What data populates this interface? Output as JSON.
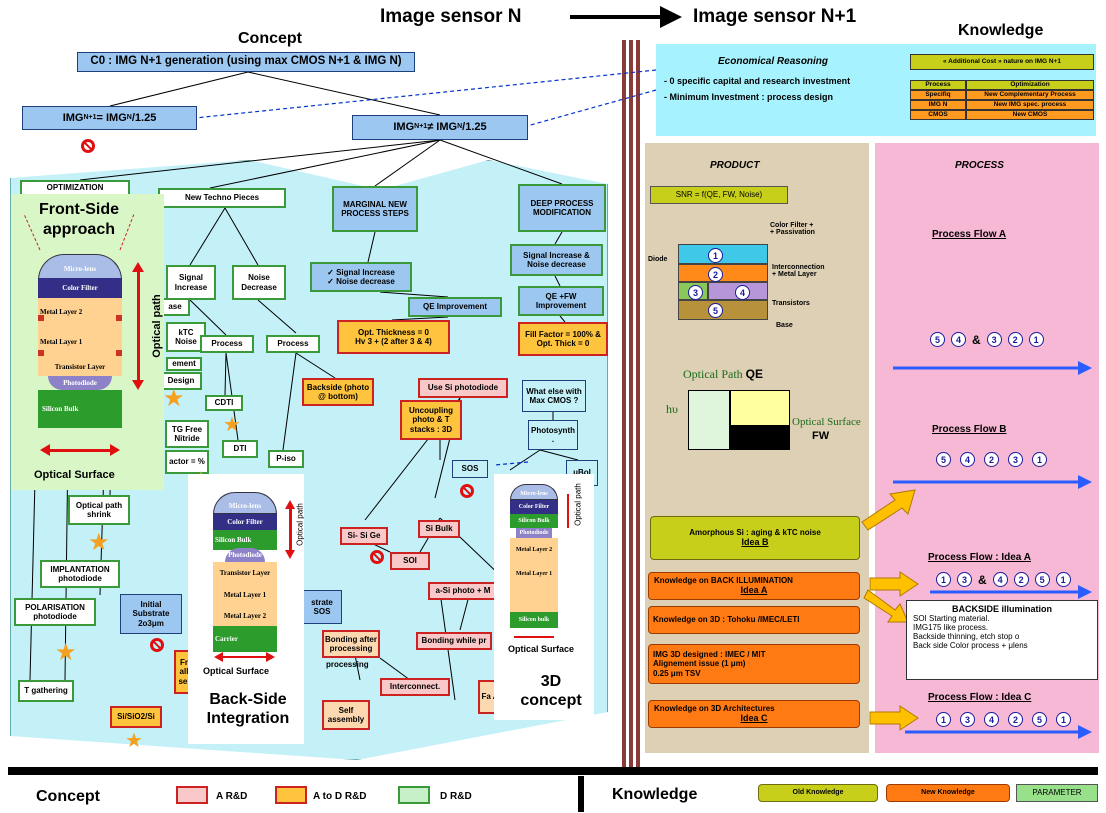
{
  "header": {
    "title_left": "Image sensor  N",
    "title_right": "Image sensor N+1",
    "concept": "Concept",
    "knowledge": "Knowledge"
  },
  "tree": {
    "c0": "C0 : IMG N+1 generation (using max CMOS N+1 & IMG N)",
    "eq": "IMG",
    "eq_sub1": "N+1",
    "eq_mid": " = IMG",
    "eq_sub2": "N",
    "eq_tail": "/1.25",
    "neq_mid": " ≠ IMG",
    "optimization": "OPTIMIZATION",
    "new_techno": "New Techno Pieces",
    "marginal": "MARGINAL NEW PROCESS STEPS",
    "deep": "DEEP PROCESS MODIFICATION",
    "signal_inc": "Signal Increase",
    "noise_dec": "Noise Decrease",
    "check_list": "✓ Signal Increase\n✓ Noise decrease",
    "sig_noise": "Signal Increase & Noise decrease",
    "qe_fw": "QE +FW Improvement",
    "qe_imp": "QE Improvement",
    "opt_thick": "Opt. Thickness = 0\nHv 3 + (2 after 3 & 4)",
    "fill_factor": "Fill Factor = 100% & Opt. Thick = 0",
    "ktc": "kTC Noise",
    "ase": "ase",
    "ement": "ement",
    "design": "Design",
    "process1": "Process",
    "process2": "Process",
    "backside": "Backside (photo @ bottom)",
    "use_si": "Use Si photodiode",
    "what_else": "What else with Max CMOS ?",
    "uncoupling": "Uncoupling photo & T stacks : 3D",
    "photosynth": "Photosynth .",
    "cdti": "CDTI",
    "dti": "DTI",
    "piso": "P-iso",
    "tg_free": "TG Free Nitride",
    "actor": "actor = %",
    "sos": "SOS",
    "ubol": "μBol",
    "si_ge": "Si- Si Ge",
    "si_bulk": "Si Bulk",
    "soi": "SOI",
    "asi_photo": "a-Si photo + M",
    "bonding_after": "Bonding after processing",
    "bonding_while": "Bonding while pr",
    "interconnect": "Interconnect.",
    "self_assembly": "Self assembly",
    "fa": "Fa A",
    "optical_shrink": "Optical path shrink",
    "implantation": "IMPLANTATION photodiode",
    "polarisation": "POLARISATION photodiode",
    "initial_sub": "Initial Substrate 2o3μm",
    "strate_sos": "strate SOS",
    "fr_all_sel": "Fr all sel",
    "t_gathering": "T gathering",
    "si_sio2": "Si/SiO2/Si",
    "processing": "processing"
  },
  "insets": {
    "front_title": "Front-Side approach",
    "back_title": "Back-Side Integration",
    "threed_title": "3D concept",
    "optical_path": "Optical path",
    "optical_surface": "Optical Surface",
    "micro_lens": "Micro-lens",
    "color_filter": "Color Filter",
    "metal2": "Metal Layer 2",
    "metal1": "Metal Layer 1",
    "transistor": "Transistor Layer",
    "photodiode": "Photodiode",
    "silicon_bulk": "Silicon Bulk",
    "carrier": "Carrier",
    "silicon_bulk2": "Silicon Bulk",
    "silicon_bulk3": "Silicon bulk"
  },
  "knowledge": {
    "econ_title": "Economical Reasoning",
    "econ_1": "- 0 specific capital and research investment",
    "econ_2": "- Minimum Investment : process design",
    "additional": "« Additional Cost » nature on IMG N+1",
    "table_headers": [
      "Process",
      "Optimization"
    ],
    "table_rows": [
      [
        "Specifiq",
        "New Complementary Process"
      ],
      [
        "IMG N",
        "New IMG spec. process"
      ],
      [
        "CMOS",
        "New CMOS"
      ]
    ],
    "product": "PRODUCT",
    "process": "PROCESS",
    "snr": "SNR = f(QE, FW, Noise)",
    "color_filter_pass": "Color Filter +\n+ Passivation",
    "interconn_metal": "Interconnection\n+ Metal Layer",
    "transistors": "Transistors",
    "base": "Base",
    "diode": "Diode",
    "optical_path_qe": "Optical Path",
    "qe": "QE",
    "hv": "hυ",
    "optical_surface_fw": "Optical Surface",
    "fw": "FW",
    "amorphous": "Amorphous Si : aging  & kTC noise",
    "idea_b": "Idea B",
    "back_illum": "Knowledge on BACK ILLUMINATION",
    "idea_a": "Idea A",
    "tohoku": "Knowledge on 3D : Tohoku /IMEC/LETI",
    "img3d": "IMG 3D designed : IMEC / MIT\nAlignement issue (1 μm)\n0.25 μm TSV",
    "arch3d": "Knowledge on  3D Architectures",
    "idea_c": "Idea C",
    "flow_a": "Process Flow A",
    "flow_b": "Process Flow B",
    "flow_idea_a": "Process Flow : Idea A",
    "flow_idea_c": "Process Flow : Idea C",
    "backside_title": "BACKSIDE illumination",
    "backside_lines": [
      "SOI Starting material.",
      "IMG175 like process.",
      "Backside thinning, etch stop o",
      "Back side Color process + μlens"
    ],
    "seq_a": [
      "5",
      "4",
      "&",
      "3",
      "2",
      "1"
    ],
    "seq_b": [
      "5",
      "4",
      "2",
      "3",
      "1"
    ],
    "seq_idea_a": [
      "1",
      "3",
      "&",
      "4",
      "2",
      "5",
      "1"
    ],
    "seq_idea_c": [
      "1",
      "3",
      "4",
      "2",
      "5",
      "1"
    ]
  },
  "legend": {
    "concept": "Concept",
    "ard": "A R&D",
    "atod": "A to D R&D",
    "drd": "D R&D",
    "knowledge": "Knowledge",
    "old": "Old Knowledge",
    "new": "New Knowledge",
    "param": "PARAMETER"
  },
  "colors": {
    "blue_box": "#9cc7f0",
    "cyan_area": "#c4f0f8",
    "product_bg": "#ddd0b4",
    "process_bg": "#f6b8d4",
    "old_knowledge": "#c8cf1a",
    "new_knowledge": "#ff7a12",
    "divider": "#8b3a3a"
  }
}
